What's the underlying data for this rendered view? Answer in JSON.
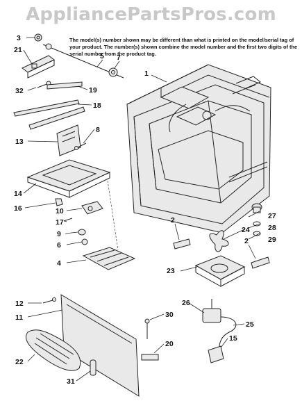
{
  "watermark": "AppliancePartsPros.com",
  "note": "The model(s) number shown may be different than what is printed on the model/serial tag of your product. The number(s) shown combine the model number and the first two digits of the serial number from the product tag.",
  "callouts": {
    "c1": "1",
    "c2a": "2",
    "c2b": "2",
    "c3": "3",
    "c4": "4",
    "c5": "5",
    "c6": "6",
    "c7": "7",
    "c8": "8",
    "c9": "9",
    "c10": "10",
    "c11": "11",
    "c12": "12",
    "c13": "13",
    "c14": "14",
    "c15": "15",
    "c16": "16",
    "c17": "17",
    "c18": "18",
    "c19": "19",
    "c20": "20",
    "c21": "21",
    "c22": "22",
    "c23": "23",
    "c24": "24",
    "c25": "25",
    "c26": "26",
    "c27": "27",
    "c28": "28",
    "c29": "29",
    "c30": "30",
    "c31": "31",
    "c32": "32"
  }
}
